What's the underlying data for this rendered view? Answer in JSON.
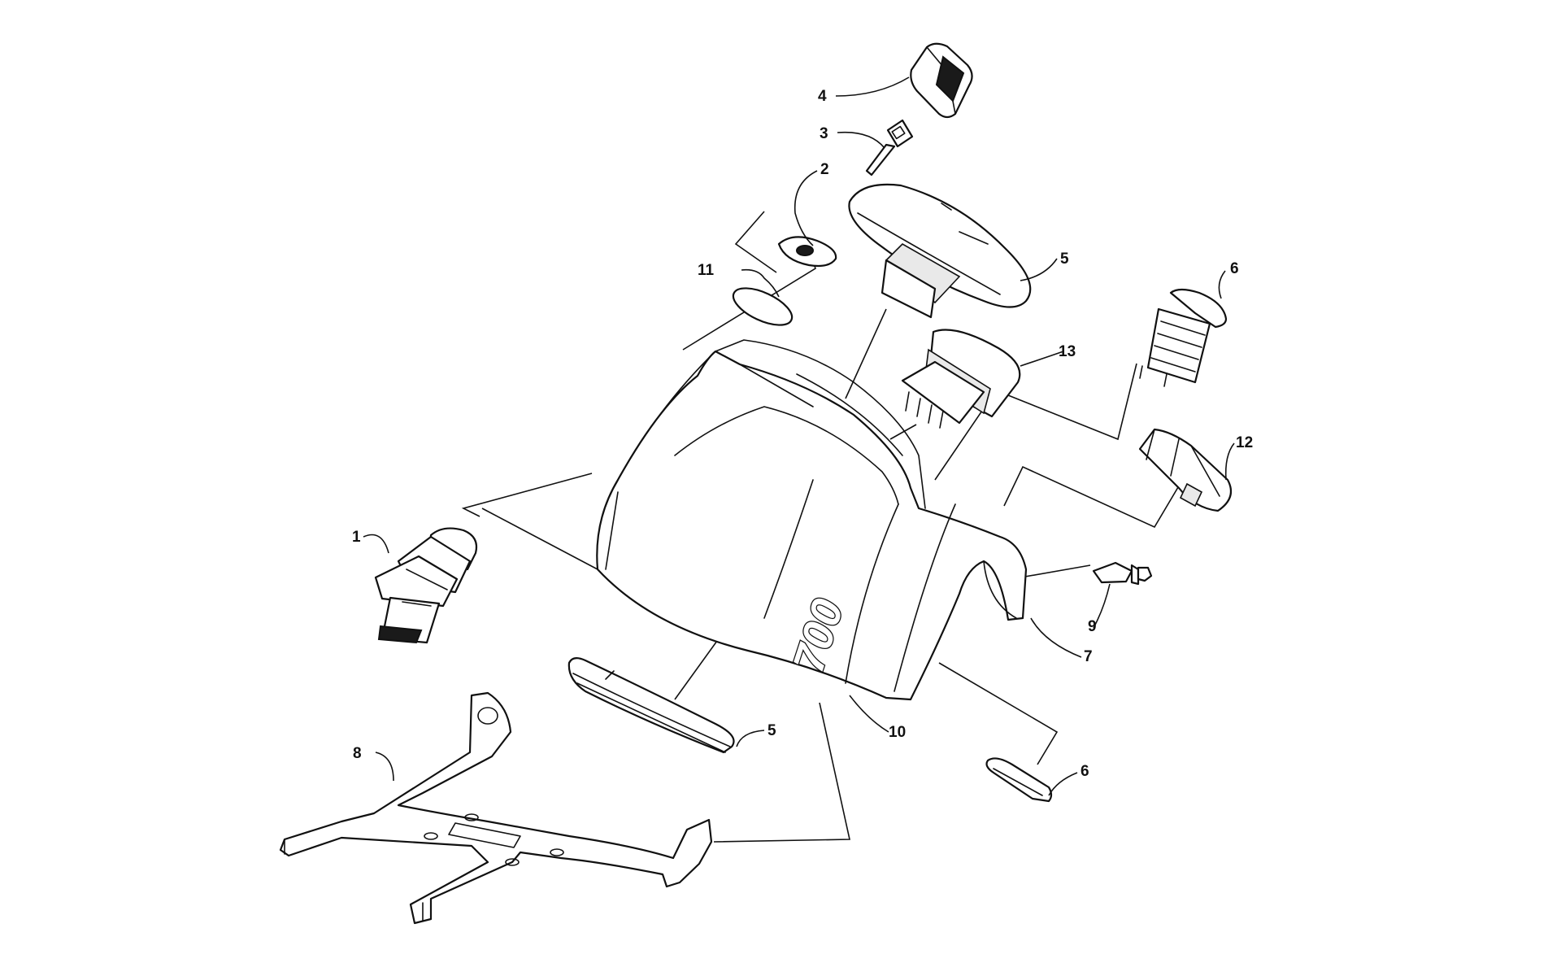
{
  "diagram": {
    "badge_text": "700",
    "callouts": [
      {
        "id": "c1",
        "label": "1"
      },
      {
        "id": "c2",
        "label": "2"
      },
      {
        "id": "c3",
        "label": "3"
      },
      {
        "id": "c4",
        "label": "4"
      },
      {
        "id": "c5a",
        "label": "5"
      },
      {
        "id": "c5b",
        "label": "5"
      },
      {
        "id": "c6a",
        "label": "6"
      },
      {
        "id": "c6b",
        "label": "6"
      },
      {
        "id": "c7",
        "label": "7"
      },
      {
        "id": "c8",
        "label": "8"
      },
      {
        "id": "c9",
        "label": "9"
      },
      {
        "id": "c10",
        "label": "10"
      },
      {
        "id": "c11",
        "label": "11"
      },
      {
        "id": "c12",
        "label": "12"
      },
      {
        "id": "c13",
        "label": "13"
      }
    ]
  }
}
